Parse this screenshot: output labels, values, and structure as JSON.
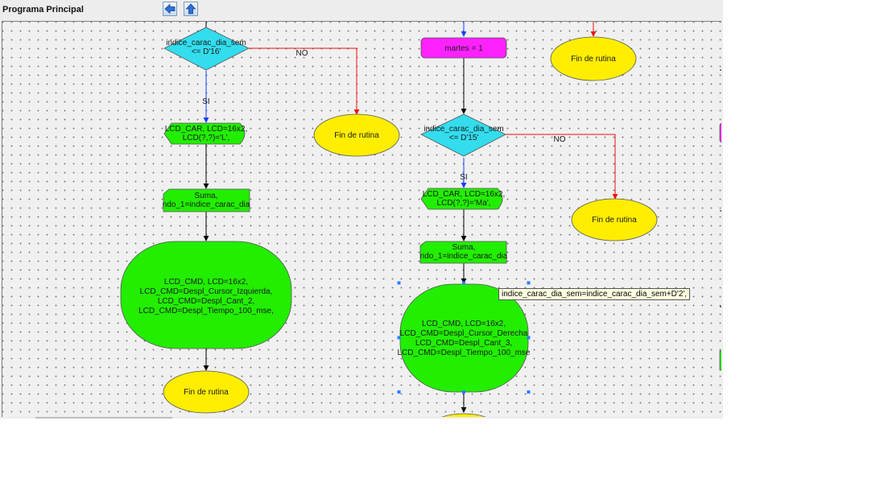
{
  "window": {
    "title": "Programa Principal"
  },
  "toolbar": {
    "back_icon": "back-arrow-icon",
    "up_icon": "up-arrow-icon"
  },
  "colors": {
    "decision": "#33ddee",
    "process": "#22ee00",
    "terminal": "#ffee00",
    "assign": "#ff22ff",
    "edge_yes": "#1540ff",
    "edge_no": "#ee1111",
    "edge": "#000000"
  },
  "diagram": {
    "nodes": {
      "decision_left": [
        "indice_carac_dia_sem",
        "<= D'16'"
      ],
      "end_left_no": [
        "Fin de rutina"
      ],
      "lcd_car_left": [
        "LCD_CAR, LCD=16x2,",
        "LCD(?,?)='L',"
      ],
      "suma_left": [
        "Suma,",
        "ndo_1=indice_carac_dia"
      ],
      "lcd_cmd_left": [
        "LCD_CMD, LCD=16x2,",
        "LCD_CMD=Despl_Cursor_Izquierda,",
        "LCD_CMD=Despl_Cant_2,",
        "LCD_CMD=Despl_Tiempo_100_mse,"
      ],
      "end_left_bottom": [
        "Fin de rutina"
      ],
      "martes_assign": [
        "martes = 1"
      ],
      "decision_right": [
        "indice_carac_dia_sem",
        "<= D'15'"
      ],
      "lcd_car_right": [
        "LCD_CAR, LCD=16x2,",
        "LCD(?,?)='Ma',"
      ],
      "suma_right": [
        "Suma,",
        "ndo_1=indice_carac_dia"
      ],
      "lcd_cmd_right": [
        "LCD_CMD, LCD=16x2,",
        "LCD_CMD=Despl_Cursor_Derecha",
        "LCD_CMD=Despl_Cant_3,",
        "LCD_CMD=Despl_Tiempo_100_mse"
      ],
      "end_top_right": [
        "Fin de rutina"
      ],
      "end_right_no": [
        "Fin de rutina"
      ]
    },
    "edge_labels": {
      "no": "NO",
      "yes": "SI"
    },
    "tooltip": "indice_carac_dia_sem=indice_carac_dia_sem+D'2',"
  }
}
